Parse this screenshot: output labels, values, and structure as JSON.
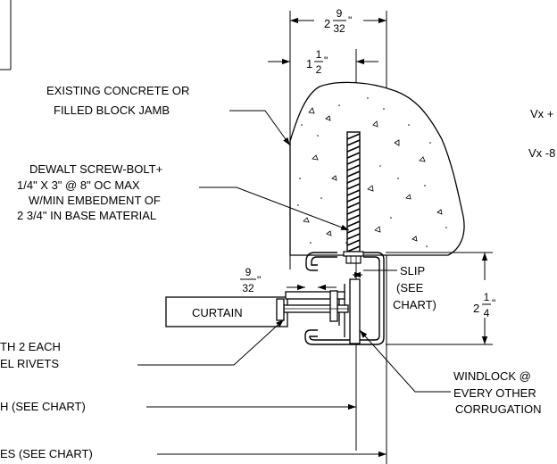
{
  "dimensions": {
    "top_whole": "2",
    "top_num": "9",
    "top_den": "32",
    "top_unit": "\"",
    "embed_whole": "1",
    "embed_num": "1",
    "embed_den": "2",
    "embed_unit": "\"",
    "gap_num": "9",
    "gap_den": "32",
    "gap_unit": "\"",
    "height_whole": "2",
    "height_num": "1",
    "height_den": "4",
    "height_unit": "\""
  },
  "labels": {
    "jamb_line1": "EXISTING CONCRETE OR",
    "jamb_line2": "FILLED BLOCK JAMB",
    "bolt_line1": "DEWALT SCREW-BOLT+",
    "bolt_line2": "1/4\" X 3\" @ 8\" OC MAX",
    "bolt_line3": "W/MIN EMBEDMENT OF",
    "bolt_line4": "2 3/4\" IN BASE MATERIAL",
    "curtain": "CURTAIN",
    "slip_line1": "SLIP",
    "slip_line2": "(SEE",
    "slip_line3": "CHART)",
    "rivets_line1": "TH 2 EACH",
    "rivets_line2": "EL RIVETS",
    "windlock_line1": "WINDLOCK @",
    "windlock_line2": "EVERY OTHER",
    "windlock_line3": "CORRUGATION",
    "chart_ref1": "H (SEE CHART)",
    "chart_ref2": "ES (SEE CHART)",
    "vx_plus": "Vx +",
    "vx_minus": "Vx -8"
  }
}
